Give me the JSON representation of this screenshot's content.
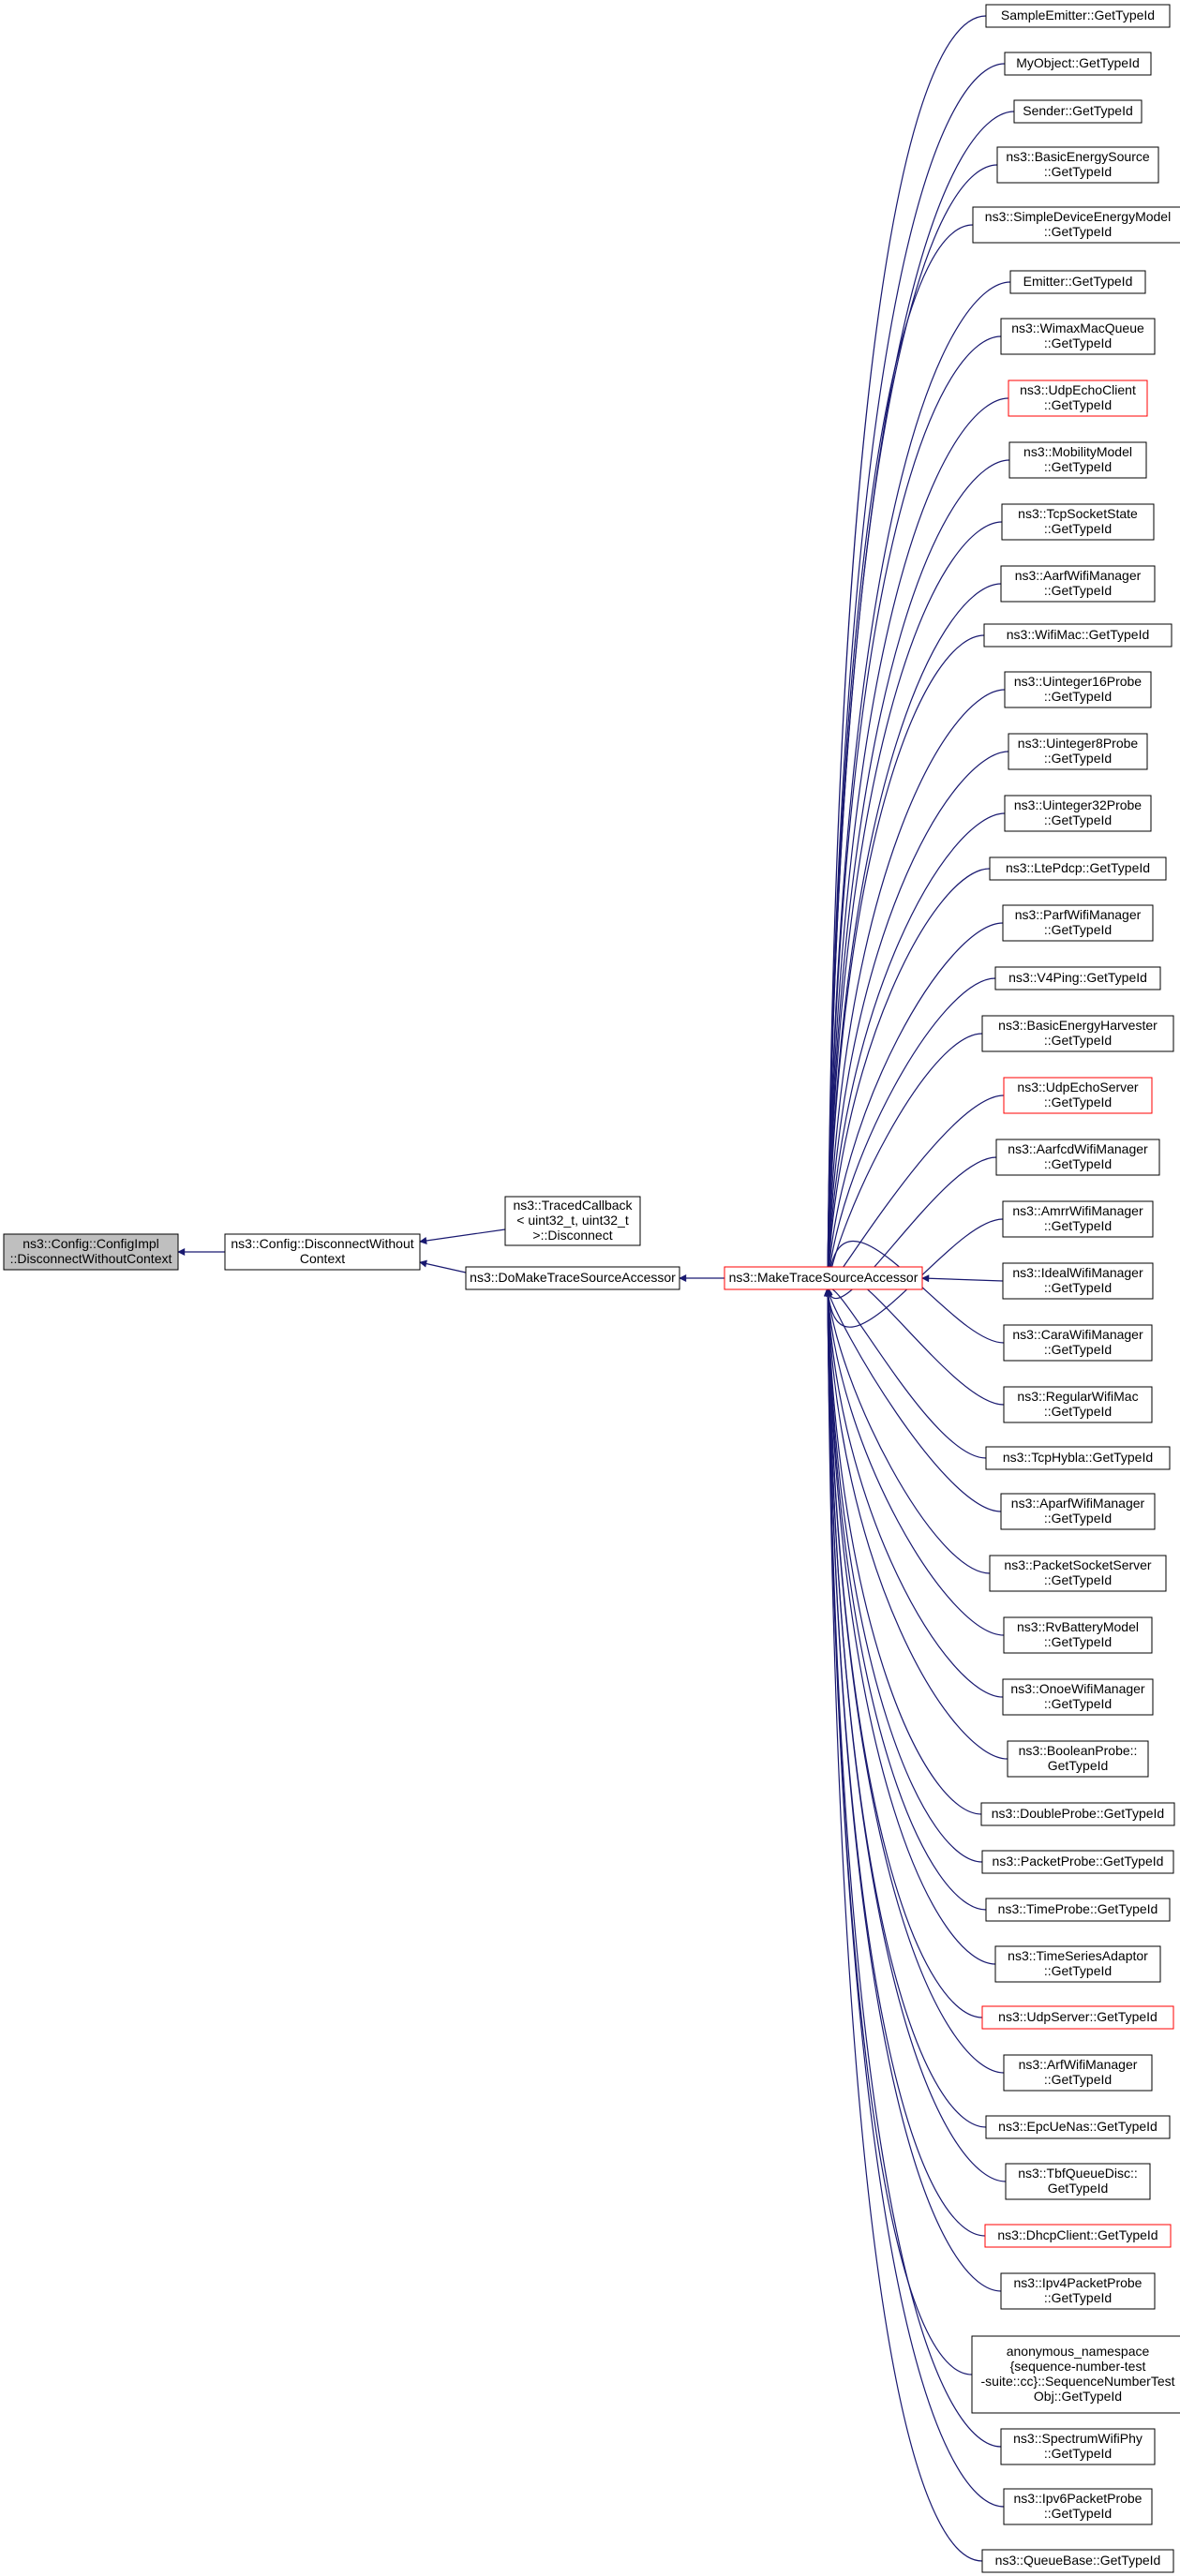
{
  "colors": {
    "edge": "#191970",
    "border_default": "#000000",
    "border_truncated": "#ff0000",
    "root_fill": "#bfbfbf",
    "node_fill": "#ffffff"
  },
  "diagram": {
    "focus": {
      "lines": [
        "ns3::Config::ConfigImpl",
        "::DisconnectWithoutContext"
      ]
    },
    "level1": {
      "lines": [
        "ns3::Config::DisconnectWithout",
        "Context"
      ]
    },
    "traced": {
      "lines": [
        "ns3::TracedCallback",
        "< uint32_t, uint32_t",
        ">::Disconnect"
      ]
    },
    "do_make": {
      "lines": [
        "ns3::DoMakeTraceSourceAccessor"
      ]
    },
    "make": {
      "lines": [
        "ns3::MakeTraceSourceAccessor"
      ],
      "truncated": true
    },
    "callers": [
      {
        "lines": [
          "SampleEmitter::GetTypeId"
        ],
        "truncated": false
      },
      {
        "lines": [
          "MyObject::GetTypeId"
        ],
        "truncated": false
      },
      {
        "lines": [
          "Sender::GetTypeId"
        ],
        "truncated": false
      },
      {
        "lines": [
          "ns3::BasicEnergySource",
          "::GetTypeId"
        ],
        "truncated": false
      },
      {
        "lines": [
          "ns3::SimpleDeviceEnergyModel",
          "::GetTypeId"
        ],
        "truncated": false
      },
      {
        "lines": [
          "Emitter::GetTypeId"
        ],
        "truncated": false
      },
      {
        "lines": [
          "ns3::WimaxMacQueue",
          "::GetTypeId"
        ],
        "truncated": false
      },
      {
        "lines": [
          "ns3::UdpEchoClient",
          "::GetTypeId"
        ],
        "truncated": true
      },
      {
        "lines": [
          "ns3::MobilityModel",
          "::GetTypeId"
        ],
        "truncated": false
      },
      {
        "lines": [
          "ns3::TcpSocketState",
          "::GetTypeId"
        ],
        "truncated": false
      },
      {
        "lines": [
          "ns3::AarfWifiManager",
          "::GetTypeId"
        ],
        "truncated": false
      },
      {
        "lines": [
          "ns3::WifiMac::GetTypeId"
        ],
        "truncated": false
      },
      {
        "lines": [
          "ns3::Uinteger16Probe",
          "::GetTypeId"
        ],
        "truncated": false
      },
      {
        "lines": [
          "ns3::Uinteger8Probe",
          "::GetTypeId"
        ],
        "truncated": false
      },
      {
        "lines": [
          "ns3::Uinteger32Probe",
          "::GetTypeId"
        ],
        "truncated": false
      },
      {
        "lines": [
          "ns3::LtePdcp::GetTypeId"
        ],
        "truncated": false
      },
      {
        "lines": [
          "ns3::ParfWifiManager",
          "::GetTypeId"
        ],
        "truncated": false
      },
      {
        "lines": [
          "ns3::V4Ping::GetTypeId"
        ],
        "truncated": false
      },
      {
        "lines": [
          "ns3::BasicEnergyHarvester",
          "::GetTypeId"
        ],
        "truncated": false
      },
      {
        "lines": [
          "ns3::UdpEchoServer",
          "::GetTypeId"
        ],
        "truncated": true
      },
      {
        "lines": [
          "ns3::AarfcdWifiManager",
          "::GetTypeId"
        ],
        "truncated": false
      },
      {
        "lines": [
          "ns3::AmrrWifiManager",
          "::GetTypeId"
        ],
        "truncated": false
      },
      {
        "lines": [
          "ns3::IdealWifiManager",
          "::GetTypeId"
        ],
        "truncated": false
      },
      {
        "lines": [
          "ns3::CaraWifiManager",
          "::GetTypeId"
        ],
        "truncated": false
      },
      {
        "lines": [
          "ns3::RegularWifiMac",
          "::GetTypeId"
        ],
        "truncated": false
      },
      {
        "lines": [
          "ns3::TcpHybla::GetTypeId"
        ],
        "truncated": false
      },
      {
        "lines": [
          "ns3::AparfWifiManager",
          "::GetTypeId"
        ],
        "truncated": false
      },
      {
        "lines": [
          "ns3::PacketSocketServer",
          "::GetTypeId"
        ],
        "truncated": false
      },
      {
        "lines": [
          "ns3::RvBatteryModel",
          "::GetTypeId"
        ],
        "truncated": false
      },
      {
        "lines": [
          "ns3::OnoeWifiManager",
          "::GetTypeId"
        ],
        "truncated": false
      },
      {
        "lines": [
          "ns3::BooleanProbe::",
          "GetTypeId"
        ],
        "truncated": false
      },
      {
        "lines": [
          "ns3::DoubleProbe::GetTypeId"
        ],
        "truncated": false
      },
      {
        "lines": [
          "ns3::PacketProbe::GetTypeId"
        ],
        "truncated": false
      },
      {
        "lines": [
          "ns3::TimeProbe::GetTypeId"
        ],
        "truncated": false
      },
      {
        "lines": [
          "ns3::TimeSeriesAdaptor",
          "::GetTypeId"
        ],
        "truncated": false
      },
      {
        "lines": [
          "ns3::UdpServer::GetTypeId"
        ],
        "truncated": true
      },
      {
        "lines": [
          "ns3::ArfWifiManager",
          "::GetTypeId"
        ],
        "truncated": false
      },
      {
        "lines": [
          "ns3::EpcUeNas::GetTypeId"
        ],
        "truncated": false
      },
      {
        "lines": [
          "ns3::TbfQueueDisc::",
          "GetTypeId"
        ],
        "truncated": false
      },
      {
        "lines": [
          "ns3::DhcpClient::GetTypeId"
        ],
        "truncated": true
      },
      {
        "lines": [
          "ns3::Ipv4PacketProbe",
          "::GetTypeId"
        ],
        "truncated": false
      },
      {
        "lines": [
          "anonymous_namespace",
          "{sequence-number-test",
          "-suite::cc}::SequenceNumberTest",
          "Obj::GetTypeId"
        ],
        "truncated": false
      },
      {
        "lines": [
          "ns3::SpectrumWifiPhy",
          "::GetTypeId"
        ],
        "truncated": false
      },
      {
        "lines": [
          "ns3::Ipv6PacketProbe",
          "::GetTypeId"
        ],
        "truncated": false
      },
      {
        "lines": [
          "ns3::QueueBase::GetTypeId"
        ],
        "truncated": false
      }
    ]
  }
}
